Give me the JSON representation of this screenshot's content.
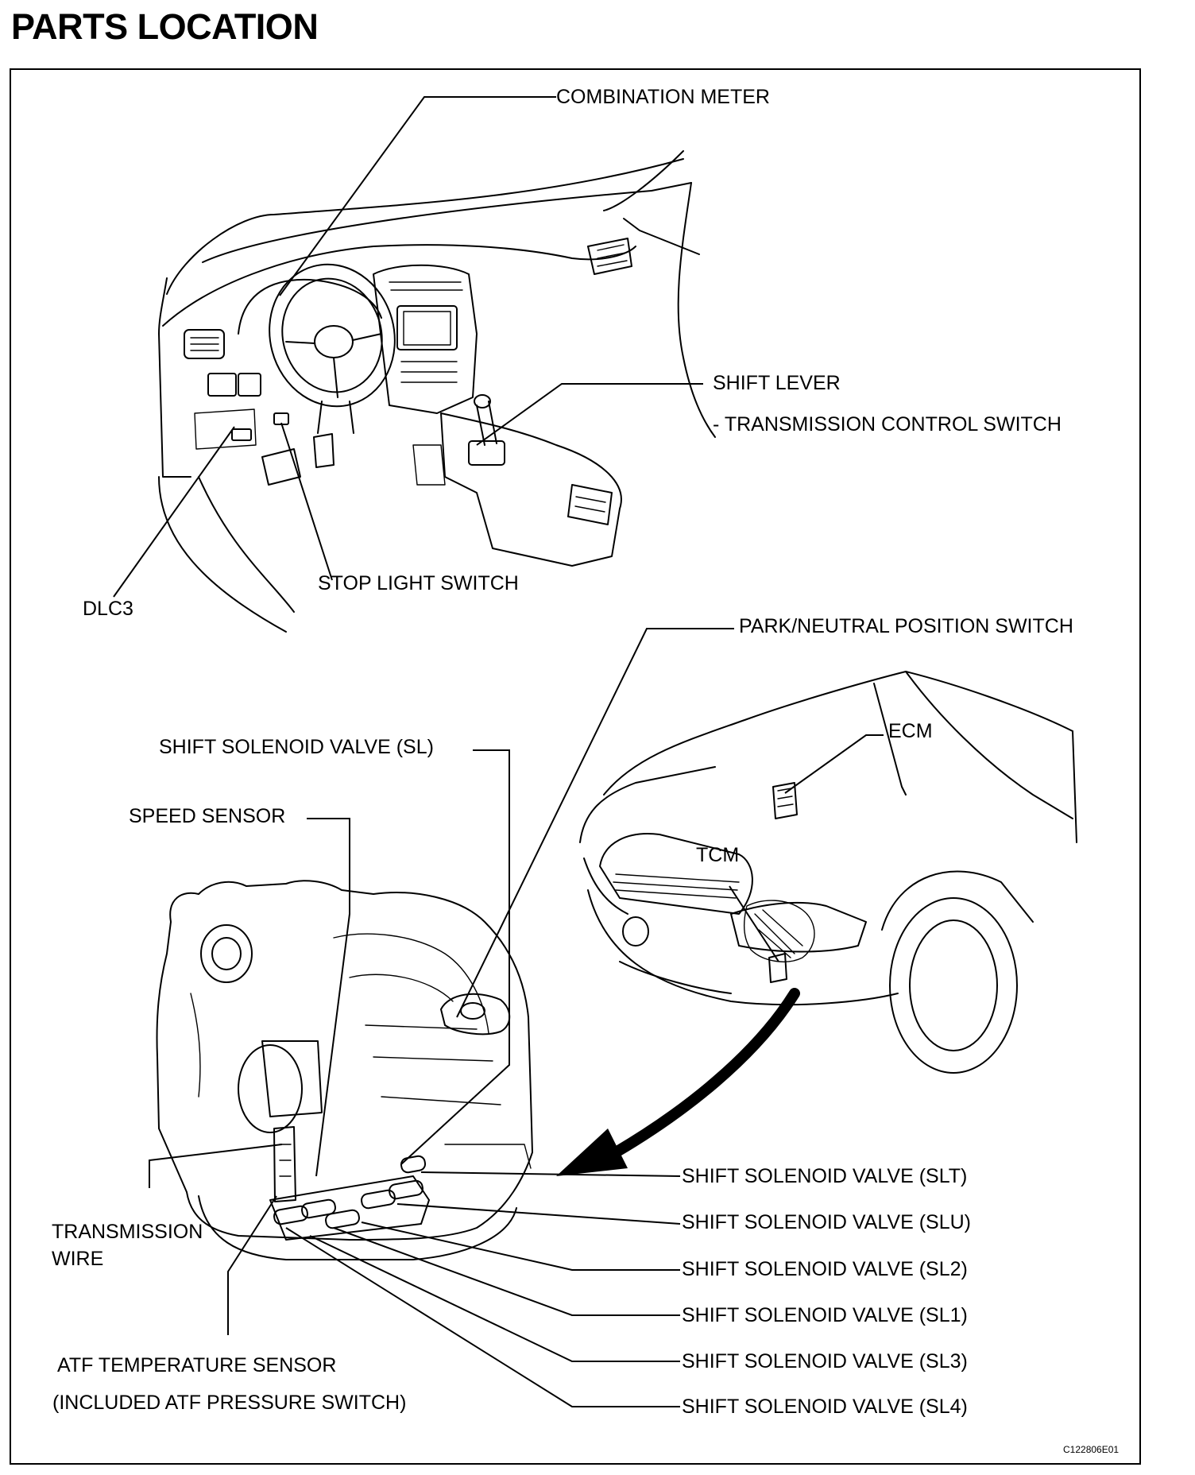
{
  "title": "PARTS LOCATION",
  "labels": {
    "combination_meter": "COMBINATION METER",
    "shift_lever": "SHIFT LEVER",
    "transmission_control_switch": "- TRANSMISSION CONTROL SWITCH",
    "stop_light_switch": "STOP LIGHT SWITCH",
    "dlc3": "DLC3",
    "park_neutral_position_switch": "PARK/NEUTRAL POSITION SWITCH",
    "ecm": "ECM",
    "tcm": "TCM",
    "shift_solenoid_valve_sl": "SHIFT SOLENOID VALVE (SL)",
    "speed_sensor": "SPEED SENSOR",
    "shift_solenoid_valve_slt": "SHIFT SOLENOID VALVE (SLT)",
    "shift_solenoid_valve_slu": "SHIFT SOLENOID VALVE (SLU)",
    "shift_solenoid_valve_sl2": "SHIFT SOLENOID VALVE (SL2)",
    "shift_solenoid_valve_sl1": "SHIFT SOLENOID VALVE (SL1)",
    "shift_solenoid_valve_sl3": "SHIFT SOLENOID VALVE (SL3)",
    "shift_solenoid_valve_sl4": "SHIFT SOLENOID VALVE (SL4)",
    "transmission_wire_1": "TRANSMISSION",
    "transmission_wire_2": "WIRE",
    "atf_temperature_sensor": "ATF TEMPERATURE SENSOR",
    "atf_pressure_switch": "(INCLUDED ATF PRESSURE SWITCH)"
  },
  "figure_code": "C122806E01"
}
